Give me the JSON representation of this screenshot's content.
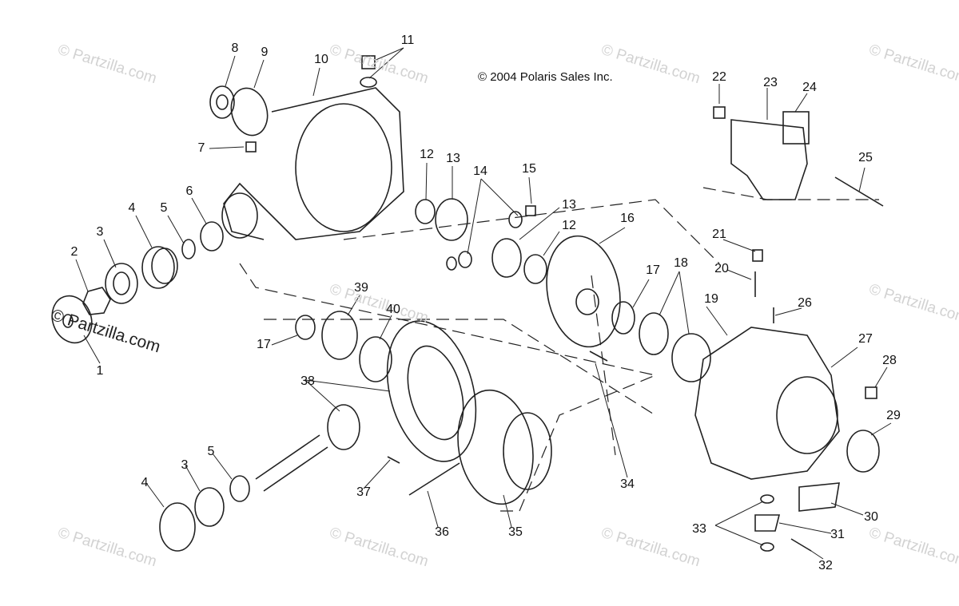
{
  "copyright": "© 2004 Polaris Sales Inc.",
  "watermark": "© Partzilla.com",
  "callouts": [
    "1",
    "2",
    "3",
    "4",
    "5",
    "6",
    "7",
    "8",
    "9",
    "10",
    "11",
    "12",
    "13",
    "14",
    "15",
    "16",
    "17",
    "18",
    "19",
    "20",
    "21",
    "22",
    "23",
    "24",
    "25",
    "26",
    "27",
    "28",
    "29",
    "30",
    "31",
    "32",
    "33",
    "34",
    "35",
    "36",
    "37",
    "38",
    "39",
    "40"
  ],
  "extra_callouts": [
    "12",
    "13",
    "17",
    "3",
    "4",
    "5"
  ],
  "colors": {
    "line": "#222222",
    "watermark": "#d2d2d2"
  }
}
